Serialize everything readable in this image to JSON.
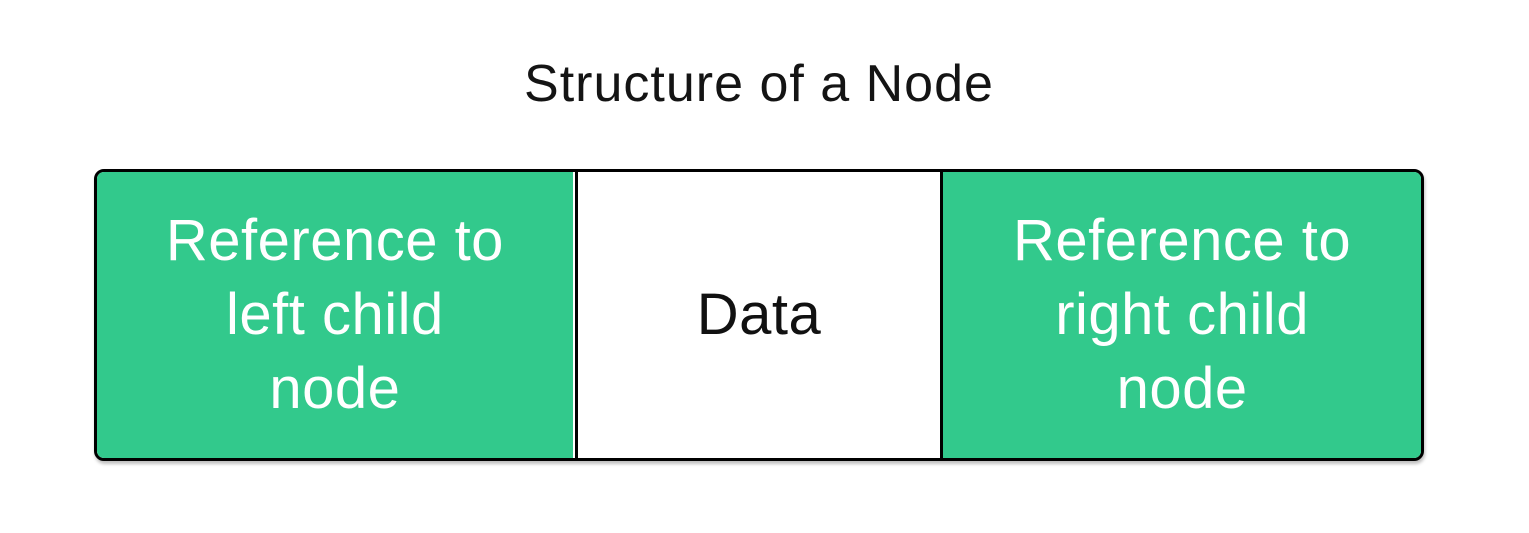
{
  "title": "Structure of a Node",
  "node": {
    "cells": [
      {
        "name": "left-reference",
        "full_label": "Reference to left child node",
        "lines": [
          "Reference to",
          "left child",
          "node"
        ]
      },
      {
        "name": "data",
        "full_label": "Data",
        "lines": [
          "Data"
        ]
      },
      {
        "name": "right-reference",
        "full_label": "Reference to right child node",
        "lines": [
          "Reference to",
          "right child",
          "node"
        ]
      }
    ]
  },
  "colors": {
    "reference_cell_background": "#32c98c",
    "data_cell_background": "#ffffff",
    "border": "#000000",
    "reference_text": "#ffffff",
    "data_text": "#111111",
    "title_text": "#141414",
    "page_background": "#ffffff"
  }
}
